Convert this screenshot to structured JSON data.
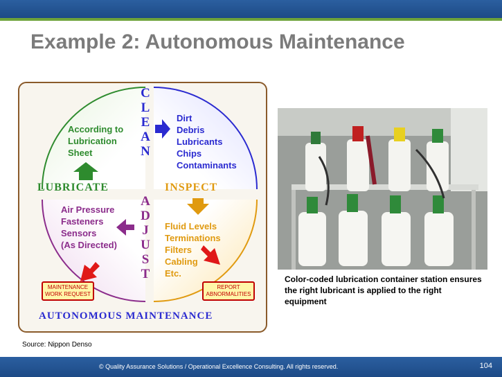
{
  "slide": {
    "title": "Example 2: Autonomous Maintenance",
    "source": "Source: Nippon Denso",
    "caption": "Color-coded lubrication container station ensures the right lubricant is applied to the right equipment",
    "footer_text": "© Quality Assurance Solutions / Operational Excellence Consulting.  All rights reserved.",
    "page_number": "104"
  },
  "diagram": {
    "vertical_top": [
      "C",
      "L",
      "E",
      "A",
      "N"
    ],
    "vertical_bottom": [
      "A",
      "D",
      "J",
      "U",
      "S",
      "T"
    ],
    "lubricate_label": "LUBRICATE",
    "inspect_label": "INSPECT",
    "bottom_label": "AUTONOMOUS MAINTENANCE",
    "lubricate_items": [
      "According to",
      "Lubrication",
      "Sheet"
    ],
    "clean_items": [
      "Dirt",
      "Debris",
      "Lubricants",
      "Chips",
      "Contaminants"
    ],
    "adjust_items": [
      "Air Pressure",
      "Fasteners",
      "Sensors",
      "(As Directed)"
    ],
    "inspect_items": [
      "Fluid Levels",
      "Terminations",
      "Filters",
      "Cabling",
      "Etc."
    ],
    "maintenance_tag": [
      "MAINTENANCE",
      "WORK REQUEST"
    ],
    "report_tag": [
      "REPORT",
      "ABNORMALITIES"
    ],
    "colors": {
      "green": "#2e8b2e",
      "blue": "#2a2ad0",
      "purple": "#8b2c8b",
      "orange": "#e09a10",
      "red": "#c00000"
    }
  }
}
